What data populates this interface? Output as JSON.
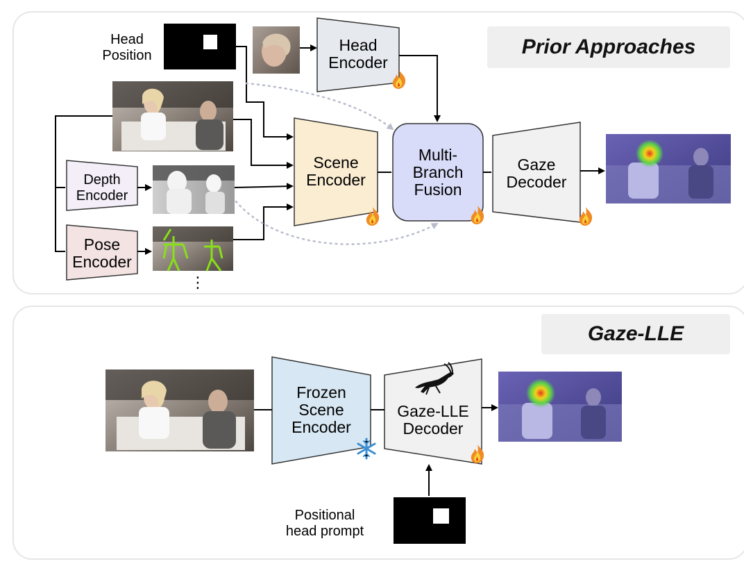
{
  "prior": {
    "badge": "Prior Approaches",
    "head_position_label": "Head\nPosition",
    "head_encoder": "Head\nEncoder",
    "depth_encoder": "Depth\nEncoder",
    "pose_encoder": "Pose\nEncoder",
    "scene_encoder": "Scene\nEncoder",
    "fusion": "Multi-\nBranch\nFusion",
    "gaze_decoder": "Gaze\nDecoder",
    "more": "⋮"
  },
  "lle": {
    "badge": "Gaze-LLE",
    "frozen_encoder": "Frozen\nScene\nEncoder",
    "decoder": "Gaze-LLE\nDecoder",
    "prompt_label": "Positional\nhead prompt"
  },
  "colors": {
    "head_encoder": "#e6e9ee",
    "depth_encoder": "#f3eef8",
    "pose_encoder": "#f4e3e3",
    "scene_encoder": "#fbedd2",
    "fusion": "#d8dcf8",
    "gaze_decoder": "#f1f1f1",
    "frozen_encoder": "#d7e8f4",
    "lle_decoder": "#f1f1f1"
  },
  "icons": [
    "fire-icon",
    "snowflake-icon",
    "gazelle-icon"
  ]
}
